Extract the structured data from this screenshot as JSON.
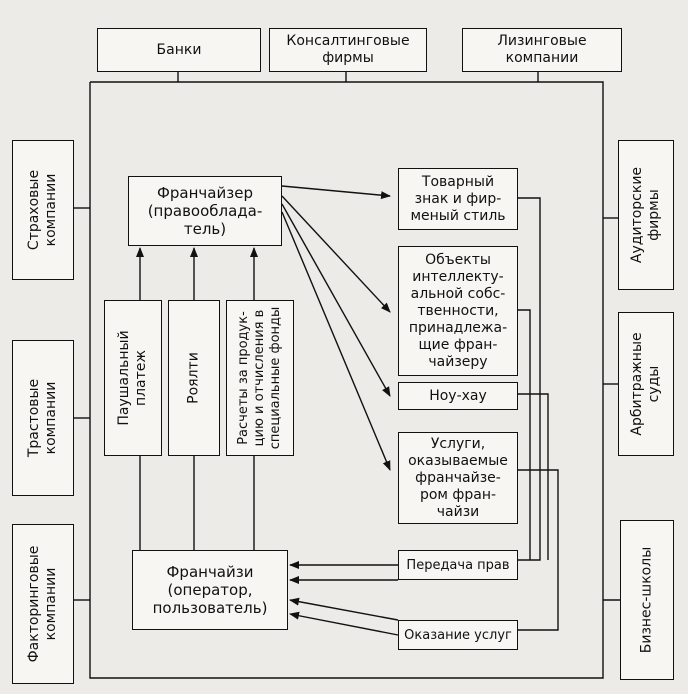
{
  "top": {
    "banks": "Банки",
    "consulting": "Консалтинговые\nфирмы",
    "leasing": "Лизинговые\nкомпании"
  },
  "left": {
    "insurance": "Страховые\nкомпании",
    "trust": "Трастовые\nкомпании",
    "factoring": "Факторинговые\nкомпании"
  },
  "right": {
    "audit": "Аудиторские\nфирмы",
    "arbitration": "Арбитражные\nсуды",
    "business_schools": "Бизнес-школы"
  },
  "center": {
    "franchisor": "Франчайзер\n(правооблада-\nтель)",
    "franchisee": "Франчайзи\n(оператор,\nпользователь)"
  },
  "payments": {
    "lump_sum": "Паушальный\nплатеж",
    "royalty": "Роялти",
    "settlements": "Расчеты за продук-\nцию и отчисления в\nспециальные фонды"
  },
  "objects": {
    "trademark": "Товарный\nзнак и фир-\nменый стиль",
    "ip": "Объекты\nинтеллекту-\nальной собс-\nтвенности,\nпринадлежа-\nщие фран-\nчайзеру",
    "knowhow": "Ноу-хау",
    "services": "Услуги,\nоказываемые\nфранчайзе-\nром фран-\nчайзи",
    "rights_transfer": "Передача прав",
    "service_provision": "Оказание услуг"
  }
}
